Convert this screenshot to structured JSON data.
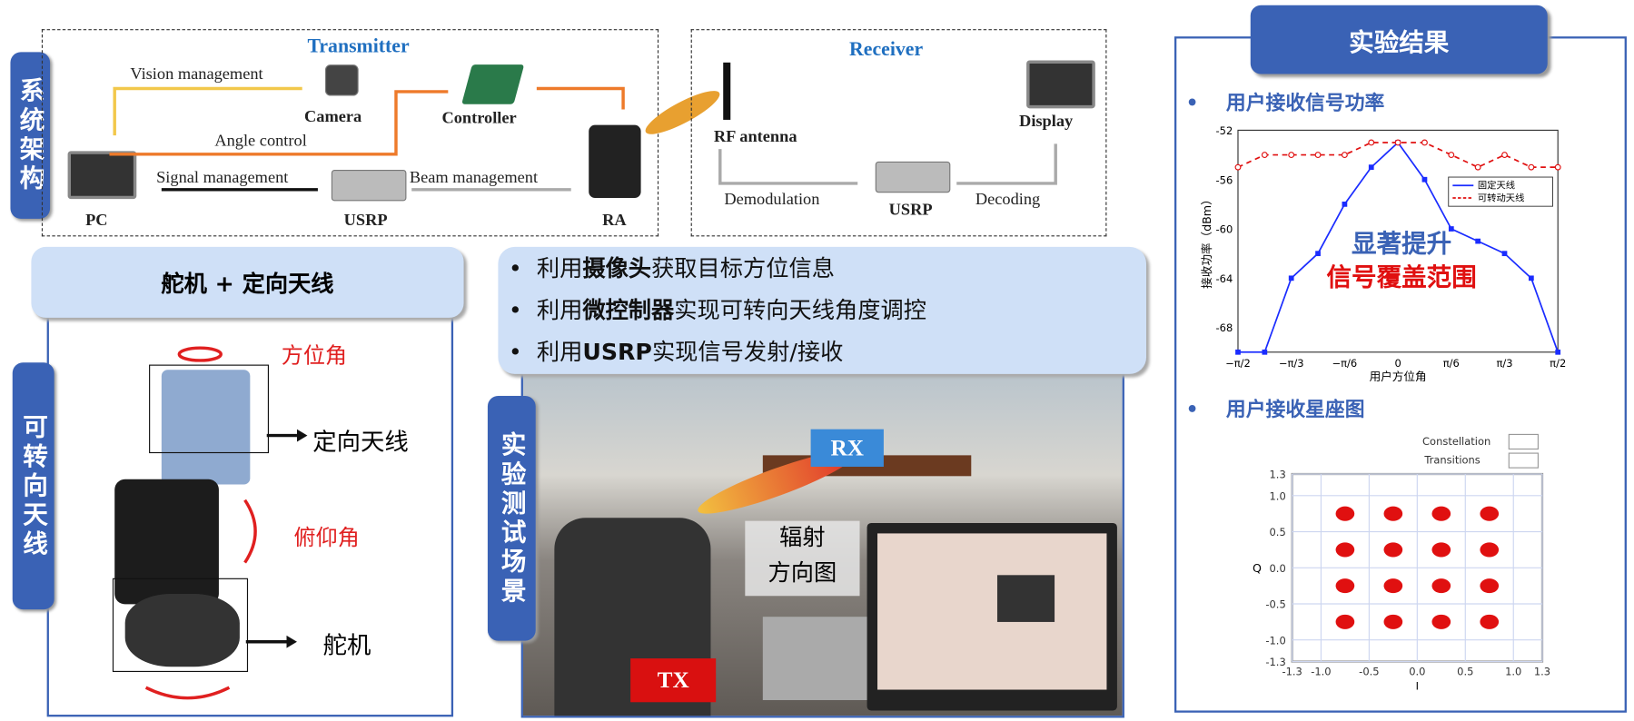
{
  "architecture": {
    "side_label": "系统架构",
    "transmitter": {
      "title": "Transmitter",
      "vision": "Vision management",
      "camera": "Camera",
      "controller": "Controller",
      "angle": "Angle control",
      "signal": "Signal management",
      "beam": "Beam management",
      "pc": "PC",
      "usrp": "USRP",
      "ra": "RA"
    },
    "receiver": {
      "title": "Receiver",
      "rf": "RF antenna",
      "display": "Display",
      "demod": "Demodulation",
      "usrp": "USRP",
      "decoding": "Decoding"
    }
  },
  "antenna_panel": {
    "side_label": "可转向天线",
    "header": "舵机 + 定向天线",
    "azimuth": "方位角",
    "directional": "定向天线",
    "elevation": "俯仰角",
    "servo": "舵机"
  },
  "scene": {
    "side_label": "实验测试场景",
    "bullets": [
      {
        "pre": "利用",
        "bold": "摄像头",
        "post": "获取目标方位信息"
      },
      {
        "pre": "利用",
        "bold": "微控制器",
        "post": "实现可转向天线角度调控"
      },
      {
        "pre": "利用",
        "bold": "USRP",
        "post": "实现信号发射/接收"
      }
    ],
    "rx": "RX",
    "tx": "TX",
    "pattern_line1": "辐射",
    "pattern_line2": "方向图"
  },
  "results": {
    "header": "实验结果",
    "power_title": "用户接收信号功率",
    "constellation_title": "用户接收星座图",
    "annotation_line1": "显著提升",
    "annotation_line2": "信号覆盖范围"
  },
  "chart_data": [
    {
      "type": "line",
      "xlabel": "用户方位角",
      "ylabel": "接收功率（dBm）",
      "x": [
        -90,
        -75,
        -60,
        -45,
        -30,
        -15,
        0,
        15,
        30,
        45,
        60,
        75,
        90
      ],
      "xticks": [
        -90,
        -60,
        -30,
        0,
        30,
        60,
        90
      ],
      "xtick_labels": [
        "−π/2",
        "−π/3",
        "−π/6",
        "0",
        "π/6",
        "π/3",
        "π/2"
      ],
      "yticks": [
        -52,
        -56,
        -60,
        -64,
        -68
      ],
      "ylim": [
        -70,
        -52
      ],
      "xlim": [
        -90,
        90
      ],
      "legend_position": "right",
      "series": [
        {
          "name": "固定天线",
          "color": "#1a2cff",
          "values": [
            -70,
            -70,
            -64,
            -62,
            -58,
            -55,
            -53,
            -56,
            -60,
            -61,
            -62,
            -64,
            -70
          ]
        },
        {
          "name": "可转动天线",
          "color": "#e01010",
          "values": [
            -55,
            -54,
            -54,
            -54,
            -54,
            -53,
            -53,
            -53,
            -54,
            -55,
            -54,
            -55,
            -55
          ]
        }
      ]
    },
    {
      "type": "scatter",
      "xlabel": "I",
      "ylabel": "Q",
      "xlim": [
        -1.3,
        1.3
      ],
      "ylim": [
        -1.3,
        1.3
      ],
      "xtick_labels": [
        "-1.3",
        "-1.0",
        "-0.5",
        "0.0",
        "0.5",
        "1.0",
        "1.3"
      ],
      "ytick_labels": [
        "1.3",
        "1.0",
        "0.5",
        "0.0",
        "-0.5",
        "-1.0",
        "-1.3"
      ],
      "legend": [
        "Constellation",
        "Transitions"
      ],
      "points_I": [
        -0.75,
        -0.25,
        0.25,
        0.75
      ],
      "points_Q": [
        0.75,
        0.25,
        -0.25,
        -0.75
      ],
      "color": "#e01010"
    }
  ]
}
